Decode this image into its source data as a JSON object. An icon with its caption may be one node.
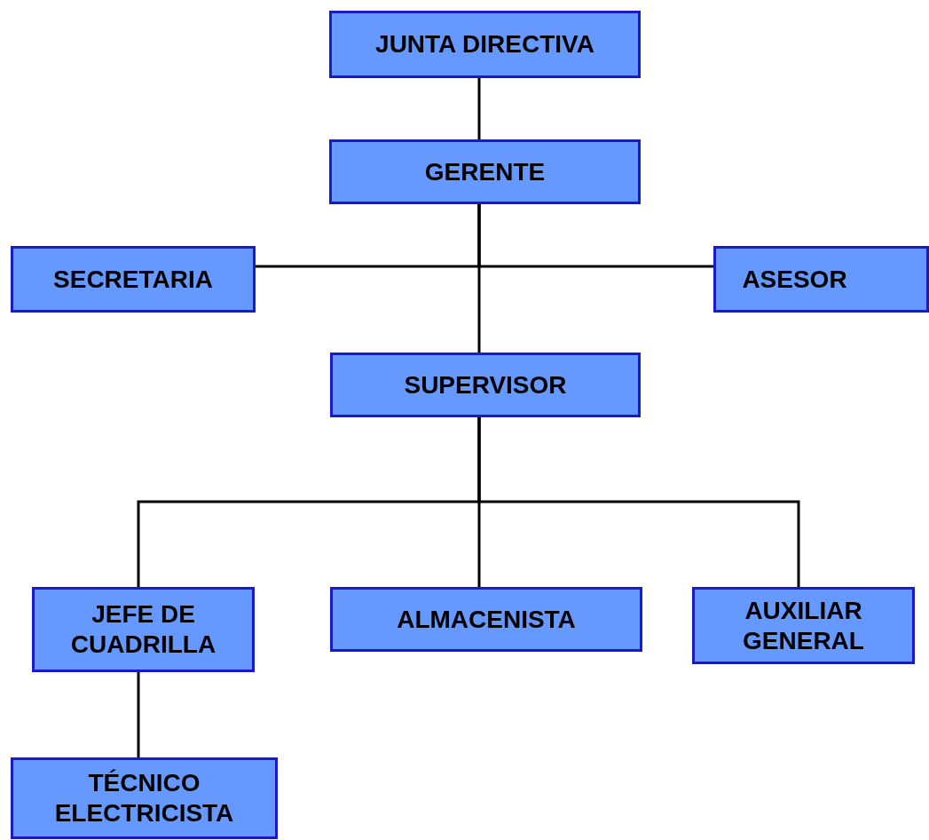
{
  "diagram": {
    "nodes": [
      {
        "text": [
          "JUNTA DIRECTIVA"
        ]
      },
      {
        "text": [
          "GERENTE"
        ]
      },
      {
        "text": [
          "SECRETARIA"
        ]
      },
      {
        "text": [
          "ASESOR"
        ]
      },
      {
        "text": [
          "SUPERVISOR"
        ]
      },
      {
        "text": [
          "JEFE DE CUADRILLA"
        ]
      },
      {
        "text": [
          "ALMACENISTA"
        ]
      },
      {
        "text": [
          "AUXILIAR GENERAL"
        ]
      },
      {
        "text": [
          "TÉCNICO ELECTRICISTA"
        ]
      }
    ],
    "edges": [
      {
        "from": 0,
        "to": 1,
        "arrow": "none"
      },
      {
        "from": 1,
        "to": 2,
        "arrow": "none"
      },
      {
        "from": 1,
        "to": 3,
        "arrow": "none"
      },
      {
        "from": 1,
        "to": 4,
        "arrow": "none"
      },
      {
        "from": 4,
        "to": 5,
        "arrow": "none"
      },
      {
        "from": 4,
        "to": 6,
        "arrow": "none"
      },
      {
        "from": 4,
        "to": 7,
        "arrow": "none"
      },
      {
        "from": 5,
        "to": 8,
        "arrow": "none"
      }
    ]
  }
}
